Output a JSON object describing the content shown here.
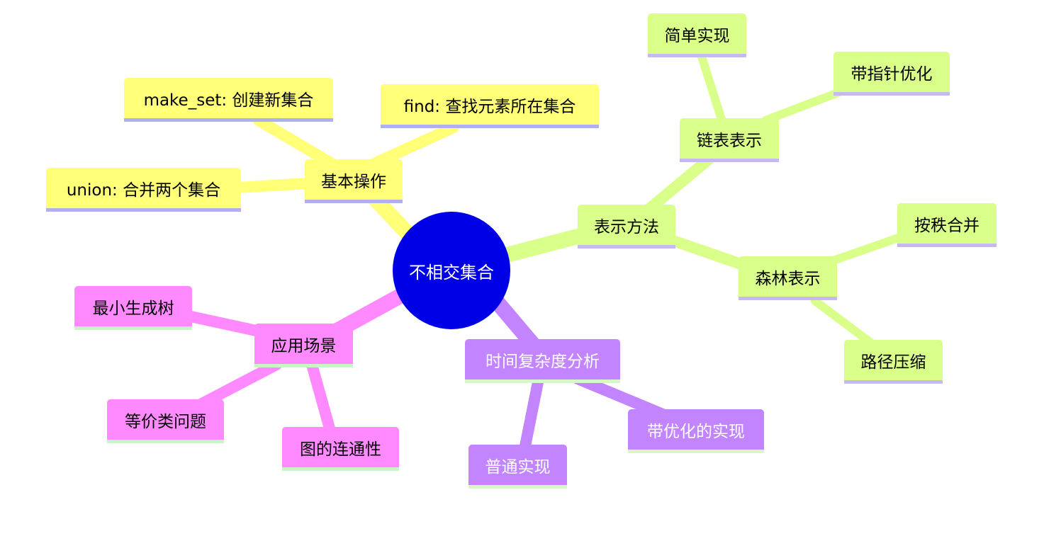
{
  "root": {
    "label": "不相交集合",
    "color": "#0000e6"
  },
  "colors": {
    "yellow": "#ffff78",
    "green": "#d9ff8a",
    "pink": "#ff8aff",
    "purple": "#c285ff"
  },
  "branches": {
    "basic_ops": {
      "label": "基本操作",
      "children": [
        "make_set: 创建新集合",
        "find: 查找元素所在集合",
        "union: 合并两个集合"
      ]
    },
    "representation": {
      "label": "表示方法",
      "linked_list": {
        "label": "链表表示",
        "children": [
          "简单实现",
          "带指针优化"
        ]
      },
      "forest": {
        "label": "森林表示",
        "children": [
          "按秩合并",
          "路径压缩"
        ]
      }
    },
    "applications": {
      "label": "应用场景",
      "children": [
        "最小生成树",
        "等价类问题",
        "图的连通性"
      ]
    },
    "complexity": {
      "label": "时间复杂度分析",
      "children": [
        "普通实现",
        "带优化的实现"
      ]
    }
  }
}
